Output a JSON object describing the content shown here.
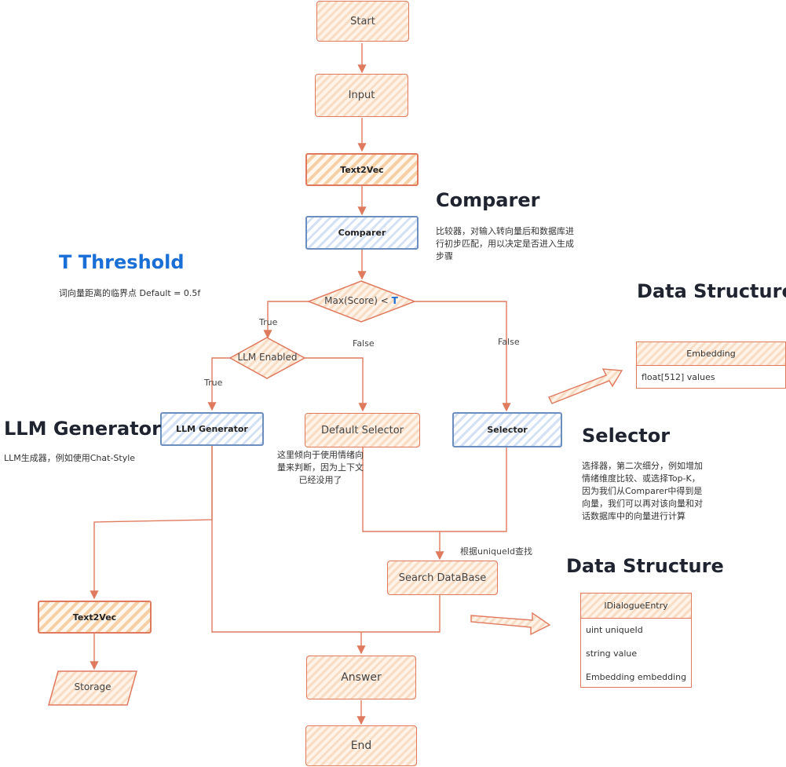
{
  "nodes": {
    "start": "Start",
    "input": "Input",
    "text2vec_top": "Text2Vec",
    "comparer": "Comparer",
    "decision_threshold_prefix": "Max(Score) < ",
    "decision_threshold_var": "T",
    "decision_llm": "LLM Enabled",
    "llm_generator": "LLM Generator",
    "default_selector": "Default Selector",
    "selector": "Selector",
    "search_database": "Search DataBase",
    "text2vec_bottom": "Text2Vec",
    "storage": "Storage",
    "answer": "Answer",
    "end": "End"
  },
  "edge_labels": {
    "true_threshold": "True",
    "false_default": "False",
    "false_selector": "False",
    "true_llm": "True",
    "lookup_unique_id": "根据uniqueId查找"
  },
  "annotations": {
    "comparer_title": "Comparer",
    "comparer_desc": "比较器，对输入转向量后和数据库进行初步匹配，用以决定是否进入生成步骤",
    "threshold_title": "T Threshold",
    "threshold_desc": "词向量距离的临界点 Default = 0.5f",
    "llm_title": "LLM Generator",
    "llm_desc": "LLM生成器，例如使用Chat-Style",
    "default_selector_note": "这里倾向于使用情绪向量来判断，因为上下文已经没用了",
    "selector_title": "Selector",
    "selector_desc": "选择器，第二次细分，例如增加情绪维度比较、或选择Top-K，因为我们从Comparer中得到是向量，我们可以再对该向量和对话数据库中的向量进行计算",
    "data_structure_title_1": "Data Structure",
    "data_structure_title_2": "Data Structure"
  },
  "tables": {
    "embedding": {
      "header": "Embedding",
      "rows": [
        "float[512] values"
      ]
    },
    "dialogue_entry": {
      "header": "IDialogueEntry",
      "rows": [
        "uint uniqueId",
        "string value",
        "Embedding embedding"
      ]
    }
  },
  "colors": {
    "edge": "#e07a5f",
    "orange_border": "#e07a5f",
    "orange_fill": "#f9dcc4",
    "blue_border": "#6c8ebf",
    "blue_fill": "#d4e1f5",
    "heading_blue": "#1a6fd6",
    "heading_dark": "#1f2430"
  }
}
